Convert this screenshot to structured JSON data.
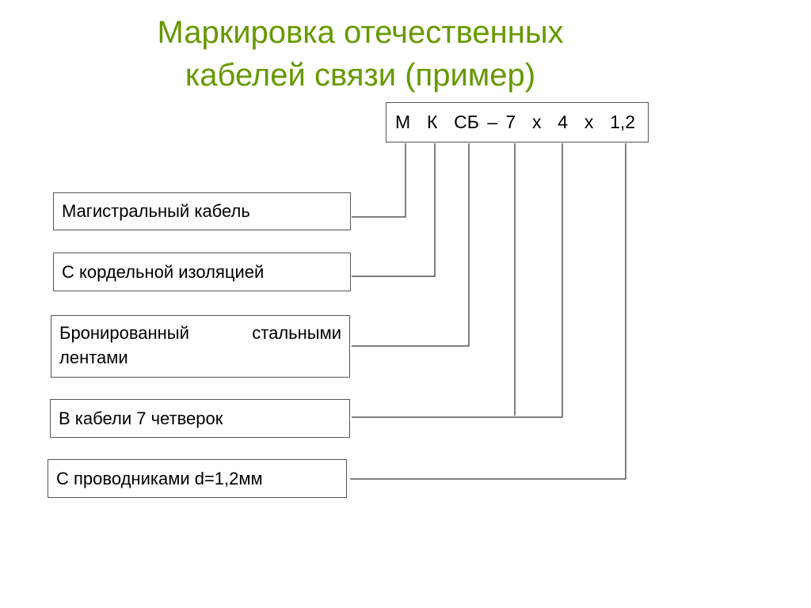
{
  "title": {
    "line1": "Маркировка отечественных",
    "line2": "кабелей связи (пример)"
  },
  "code": "М  К  СБ – 7  х  4  х  1,2",
  "labels": [
    "Магистральный кабель",
    "С кордельной изоляцией",
    "Бронированный стальными лентами",
    "В кабели 7 четверок",
    "С проводниками d=1,2мм"
  ],
  "colors": {
    "title": "#669900",
    "lines": "#555555"
  }
}
